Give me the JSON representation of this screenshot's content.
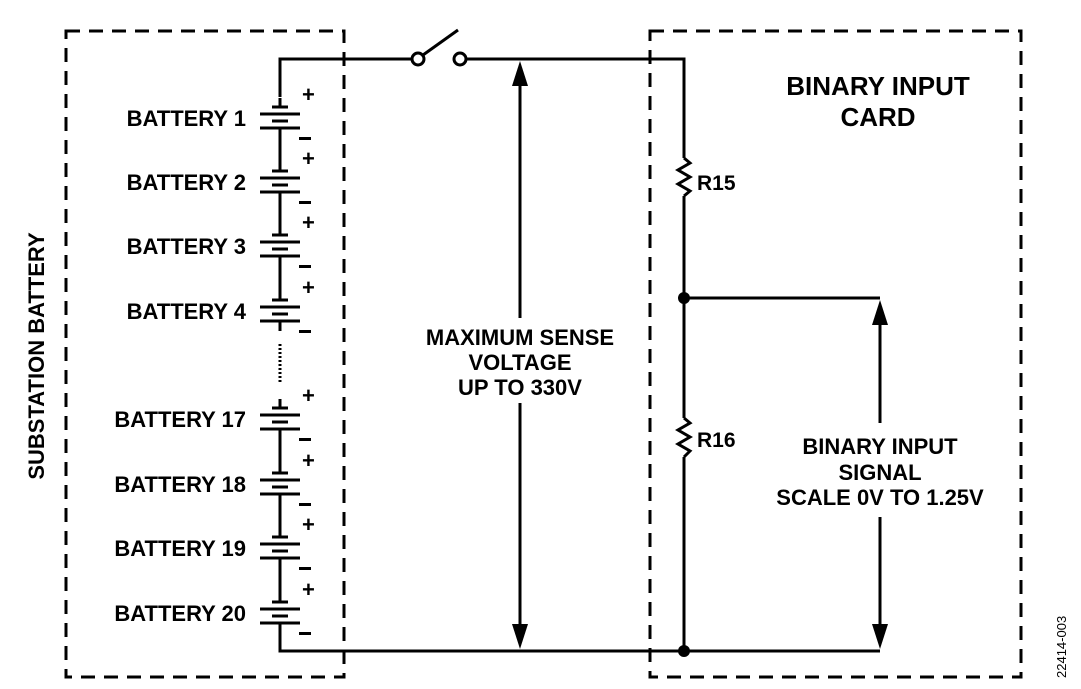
{
  "figure_id": "22414-003",
  "colors": {
    "line": "#000000",
    "card_background": "#e6e6e6",
    "page_background": "#ffffff"
  },
  "substation": {
    "title": "SUBSTATION BATTERY",
    "batteries": [
      {
        "label": "BATTERY 1",
        "plus": "+",
        "minus": "−"
      },
      {
        "label": "BATTERY 2",
        "plus": "+",
        "minus": "−"
      },
      {
        "label": "BATTERY 3",
        "plus": "+",
        "minus": "−"
      },
      {
        "label": "BATTERY 4",
        "plus": "+",
        "minus": "−"
      },
      {
        "label": "BATTERY 17",
        "plus": "+",
        "minus": "−"
      },
      {
        "label": "BATTERY 18",
        "plus": "+",
        "minus": "−"
      },
      {
        "label": "BATTERY 19",
        "plus": "+",
        "minus": "−"
      },
      {
        "label": "BATTERY 20",
        "plus": "+",
        "minus": "−"
      }
    ]
  },
  "sense": {
    "line1": "MAXIMUM SENSE",
    "line2": "VOLTAGE",
    "line3": "UP TO 330V"
  },
  "card": {
    "title_line1": "BINARY INPUT",
    "title_line2": "CARD",
    "r_top": "R15",
    "r_bottom": "R16",
    "signal_line1": "BINARY INPUT",
    "signal_line2": "SIGNAL",
    "signal_line3": "SCALE 0V TO 1.25V"
  }
}
